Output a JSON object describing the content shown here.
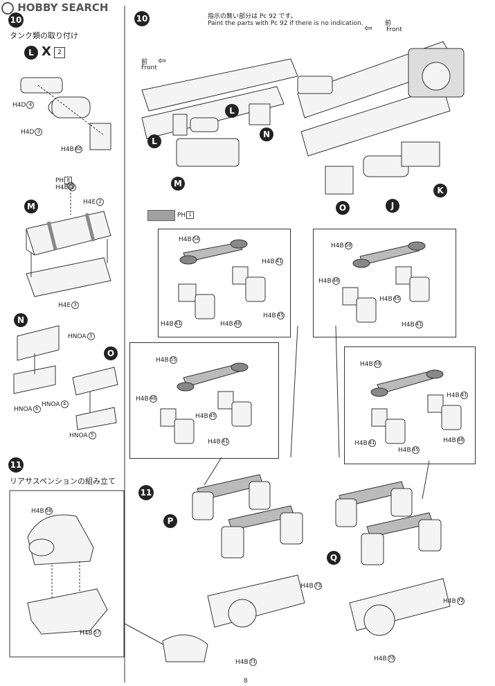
{
  "watermark": {
    "brand": "HOBBY SEARCH"
  },
  "left_column": {
    "step10": {
      "number": "10",
      "title": "タンク類の取り付け",
      "badge_l": "L",
      "x_mark": "X",
      "x_count": "2"
    },
    "parts_l": [
      {
        "code": "H4D",
        "num": "4"
      },
      {
        "code": "H4D",
        "num": "3"
      },
      {
        "code": "H4B",
        "num": "60"
      }
    ],
    "ph": {
      "code": "PH",
      "num": "8"
    },
    "parts_m": [
      {
        "code": "H4E",
        "num": "1"
      },
      {
        "code": "H4E",
        "num": "2"
      },
      {
        "code": "H4E",
        "num": "3"
      }
    ],
    "badge_m": "M",
    "badge_n": "N",
    "parts_n": [
      {
        "code": "HNOA",
        "num": "3"
      },
      {
        "code": "HNOA",
        "num": "6"
      }
    ],
    "badge_o": "O",
    "parts_o": [
      {
        "code": "HNOA",
        "num": "4"
      },
      {
        "code": "HNOA",
        "num": "5"
      }
    ],
    "step11": {
      "number": "11",
      "title": "リアサスペンションの組み立て"
    },
    "parts_diff": [
      {
        "code": "H4B",
        "num": "56"
      },
      {
        "code": "H4B",
        "num": "57"
      }
    ]
  },
  "main": {
    "step10_badge": "10",
    "note_jp": "指示の無い部分は Pc 92 です。",
    "note_en": "Paint the parts with Pc 92 if there is no indication.",
    "front_jp": "前",
    "front_en": "Front",
    "chassis_badges": [
      "L",
      "L",
      "N",
      "M",
      "O",
      "J",
      "K"
    ],
    "paint_swatch": {
      "code": "PH",
      "num": "1",
      "color": "#a0a0a0"
    },
    "box1": {
      "parts": [
        {
          "code": "H4B",
          "num": "54"
        },
        {
          "code": "H4B",
          "num": "41"
        },
        {
          "code": "H4B",
          "num": "41"
        },
        {
          "code": "H4B",
          "num": "46"
        },
        {
          "code": "H4B",
          "num": "45"
        }
      ]
    },
    "box2": {
      "parts": [
        {
          "code": "H4B",
          "num": "58"
        },
        {
          "code": "H4B",
          "num": "46"
        },
        {
          "code": "H4B",
          "num": "45"
        },
        {
          "code": "H4B",
          "num": "41"
        }
      ]
    },
    "box3": {
      "parts": [
        {
          "code": "H4B",
          "num": "55"
        },
        {
          "code": "H4B",
          "num": "46"
        },
        {
          "code": "H4B",
          "num": "45"
        },
        {
          "code": "H4B",
          "num": "41"
        }
      ]
    },
    "box4": {
      "parts": [
        {
          "code": "H4B",
          "num": "59"
        },
        {
          "code": "H4B",
          "num": "41"
        },
        {
          "code": "H4B",
          "num": "41"
        },
        {
          "code": "H4B",
          "num": "46"
        },
        {
          "code": "H4B",
          "num": "45"
        }
      ]
    },
    "step11_badge": "11",
    "badge_p": "P",
    "badge_q": "Q",
    "axle_parts": [
      {
        "code": "H4B",
        "num": "73"
      },
      {
        "code": "H4B",
        "num": "71"
      },
      {
        "code": "H4B",
        "num": "72"
      },
      {
        "code": "H4B",
        "num": "70"
      }
    ],
    "page_number": "8"
  }
}
